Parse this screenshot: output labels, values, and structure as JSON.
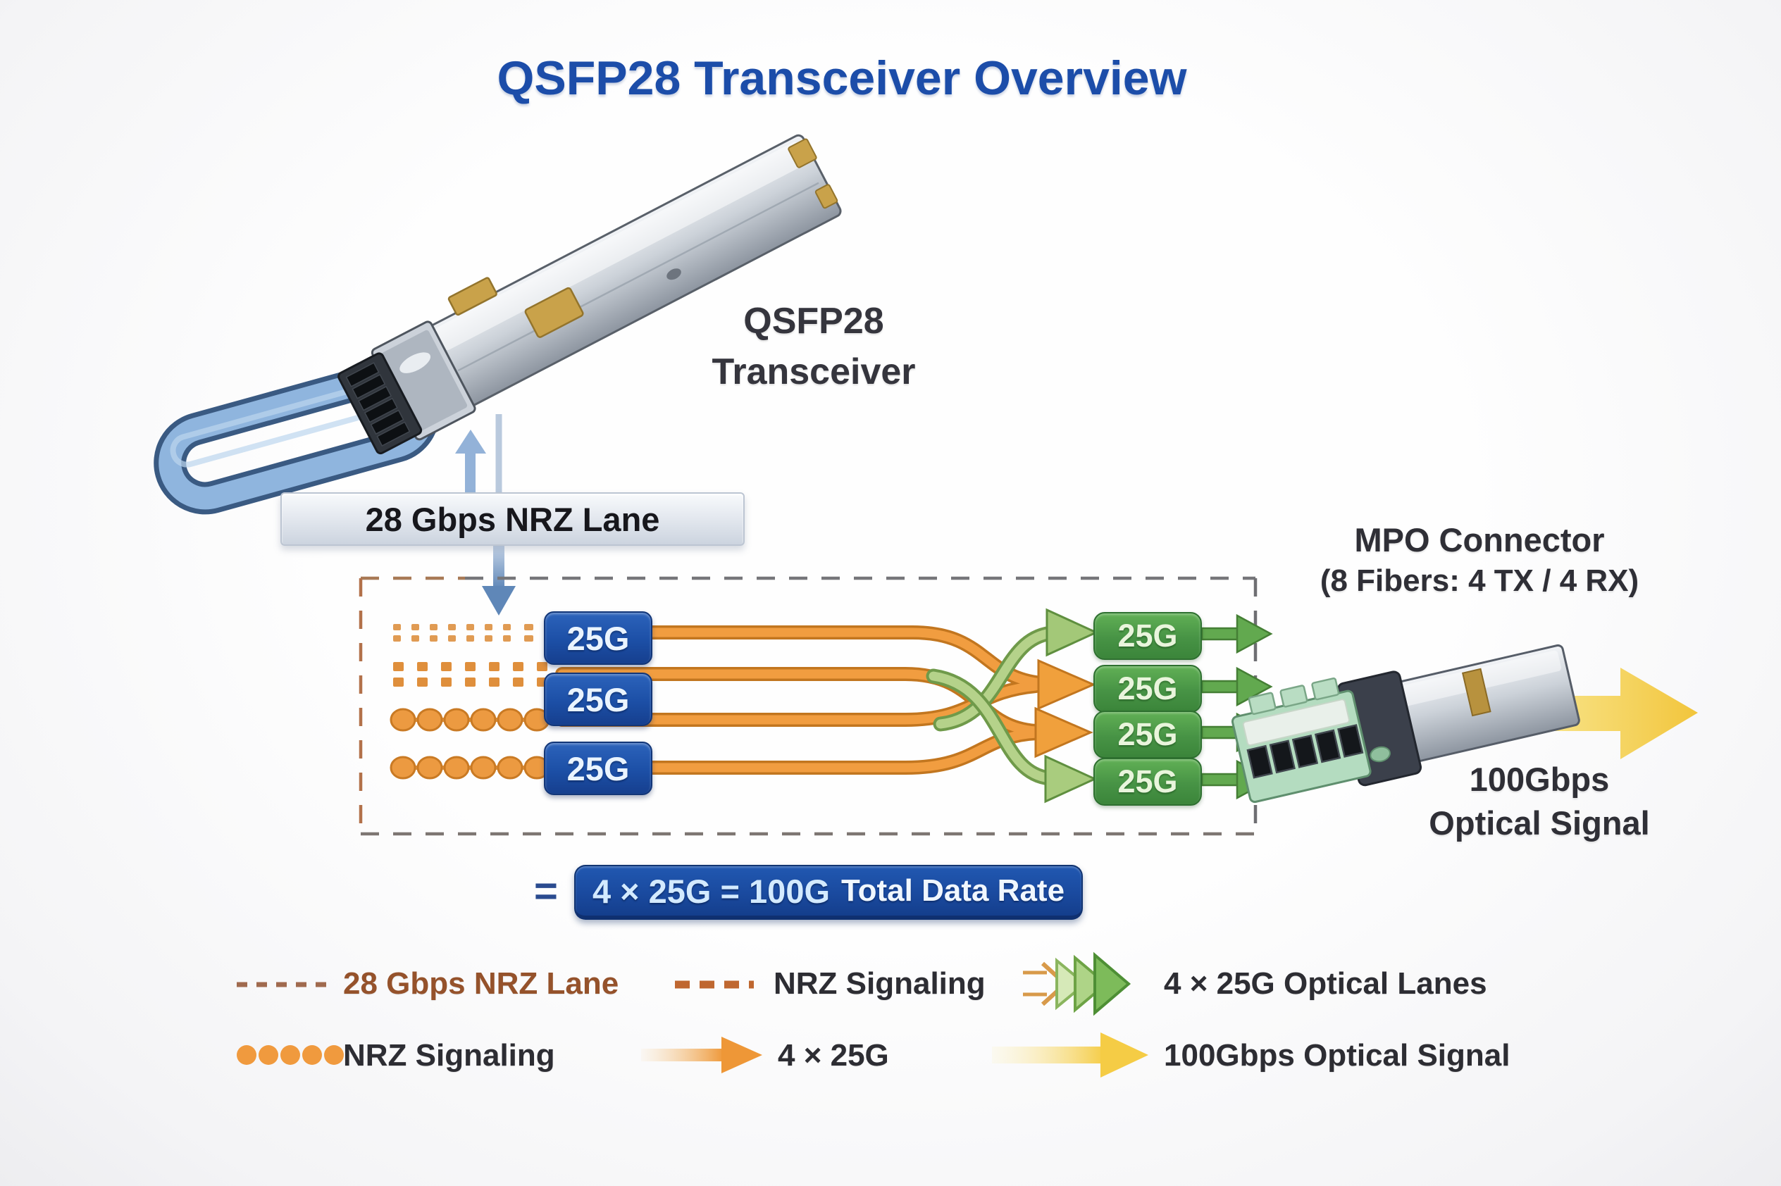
{
  "title": "QSFP28 Transceiver Overview",
  "transceiver": {
    "label_line1": "QSFP28",
    "label_line2": "Transceiver"
  },
  "nrz_lane_bar": {
    "label": "28 Gbps NRZ Lane"
  },
  "electrical_lanes": {
    "badges": [
      "25G",
      "25G",
      "25G"
    ]
  },
  "optical_lanes": {
    "badges": [
      "25G",
      "25G",
      "25G",
      "25G"
    ]
  },
  "mpo": {
    "title": "MPO Connector",
    "subtitle": "(8 Fibers: 4 TX / 4 RX)",
    "output_line1": "100Gbps",
    "output_line2": "Optical Signal"
  },
  "total": {
    "equals": "=",
    "rate_bold": "4 × 25G = 100G",
    "rate_rest": "Total Data Rate"
  },
  "legend": {
    "row1": [
      {
        "swatch": "dashed-line-brown",
        "label": "28 Gbps NRZ Lane"
      },
      {
        "swatch": "dashed-line-orange",
        "label": "NRZ Signaling"
      },
      {
        "swatch": "green-chevrons",
        "label": "4 × 25G Optical Lanes"
      }
    ],
    "row2": [
      {
        "swatch": "orange-dots",
        "label": "NRZ Signaling"
      },
      {
        "swatch": "orange-arrow",
        "label": "4 × 25G"
      },
      {
        "swatch": "yellow-arrow",
        "label": "100Gbps Optical Signal"
      }
    ]
  },
  "colors": {
    "title_blue": "#1c4da9",
    "badge_blue": "#1c4fa6",
    "badge_green": "#479345",
    "lane_orange": "#f19d40",
    "optical_yellow": "#f5cc44",
    "rust_text": "#95522b",
    "dark_text": "#2f2f36"
  }
}
